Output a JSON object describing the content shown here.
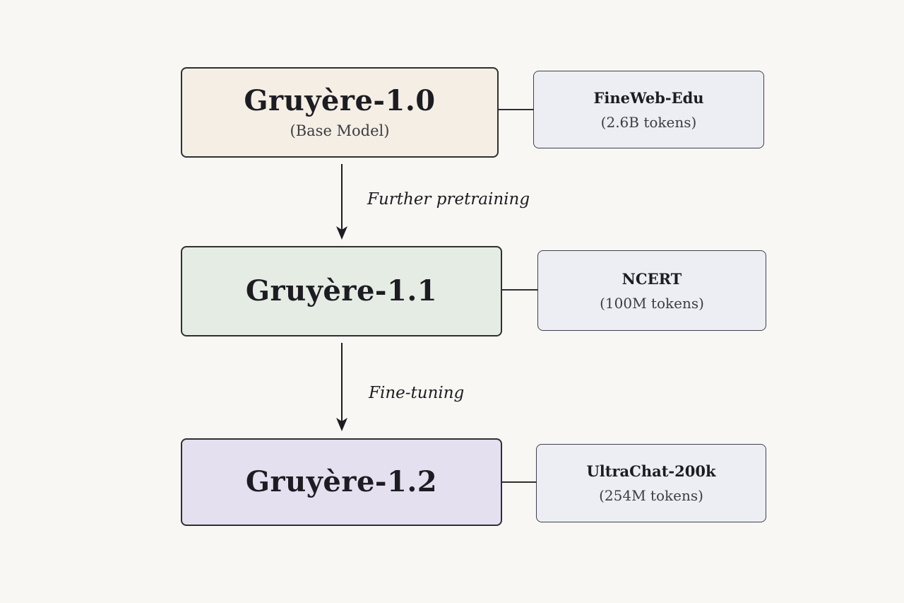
{
  "models": [
    {
      "title": "Gruyère-1.0",
      "subtitle": "(Base Model)",
      "fill": "#f4eee4"
    },
    {
      "title": "Gruyère-1.1",
      "subtitle": "",
      "fill": "#e4ece3"
    },
    {
      "title": "Gruyère-1.2",
      "subtitle": "",
      "fill": "#e4e0ef"
    }
  ],
  "datasets": [
    {
      "name": "FineWeb-Edu",
      "tokens": "(2.6B tokens)"
    },
    {
      "name": "NCERT",
      "tokens": "(100M tokens)"
    },
    {
      "name": "UltraChat-200k",
      "tokens": "(254M tokens)"
    }
  ],
  "transitions": [
    {
      "label": "Further pretraining"
    },
    {
      "label": "Fine-tuning"
    }
  ]
}
